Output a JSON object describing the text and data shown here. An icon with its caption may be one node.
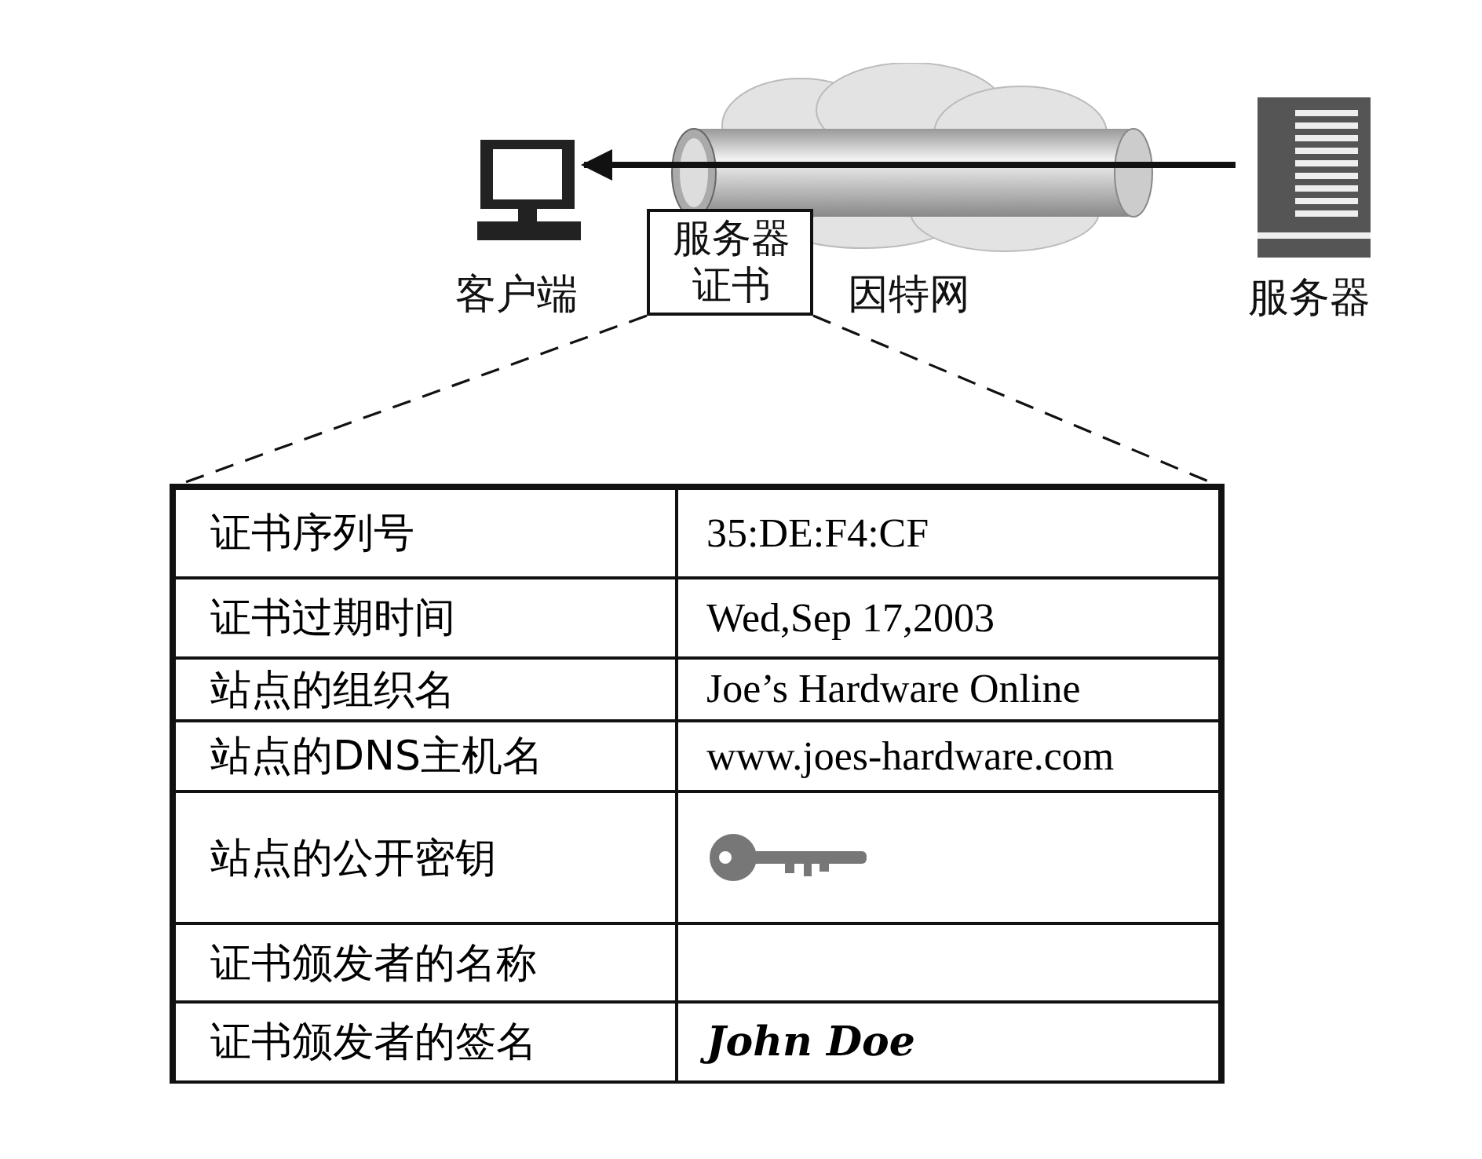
{
  "diagram": {
    "nodes": [
      {
        "text": [
          "客户端"
        ]
      },
      {
        "text": [
          "服务器"
        ]
      },
      {
        "text": [
          "服务器证书"
        ]
      },
      {
        "text": [
          "因特网"
        ]
      },
      {
        "text": [],
        "shape": "box"
      }
    ],
    "edges": [
      {
        "from": 1,
        "to": 0,
        "arrow": "to",
        "style": "thick"
      },
      {
        "from": 2,
        "to": 4,
        "arrow": "none",
        "style": "dashed"
      },
      {
        "from": 2,
        "to": 4,
        "arrow": "none",
        "style": "dashed"
      }
    ],
    "labels": [
      "证书序列号",
      "35:DE:F4:CF",
      "证书过期时间",
      "Wed,Sep 17,2003",
      "站点的组织名",
      "Joe’s Hardware Online",
      "站点的DNS主机名",
      "www.joes-hardware.com",
      "站点的公开密钥",
      "证书颁发者的名称",
      "证书颁发者的签名",
      "John Doe"
    ]
  }
}
